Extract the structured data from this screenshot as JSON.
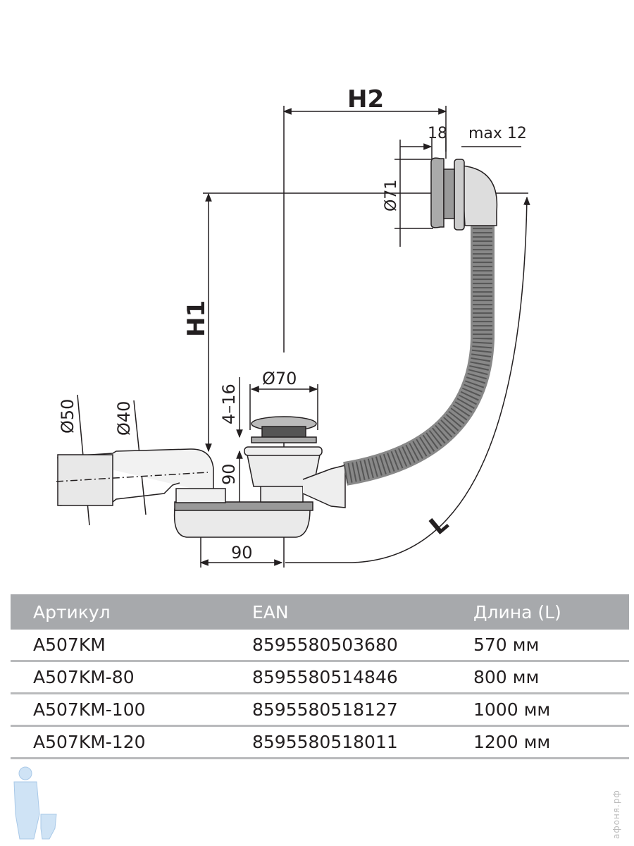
{
  "diagram": {
    "labels": {
      "h2": "H2",
      "h1": "H1",
      "l": "L",
      "d18": "18",
      "max12": "max 12",
      "d71": "Ø71",
      "d70": "Ø70",
      "d50": "Ø50",
      "d40": "Ø40",
      "r4_16": "4–16",
      "v90": "90",
      "h90": "90"
    }
  },
  "table": {
    "headers": [
      "Артикул",
      "EAN",
      "Длина (L)"
    ],
    "rows": [
      [
        "A507KM",
        "8595580503680",
        "570 мм"
      ],
      [
        "A507KM-80",
        "8595580514846",
        "800 мм"
      ],
      [
        "A507KM-100",
        "8595580518127",
        "1000 мм"
      ],
      [
        "A507KM-120",
        "8595580518011",
        "1200 мм"
      ]
    ],
    "header_bg": "#a7a9ac"
  },
  "watermark": "афоня.рф"
}
